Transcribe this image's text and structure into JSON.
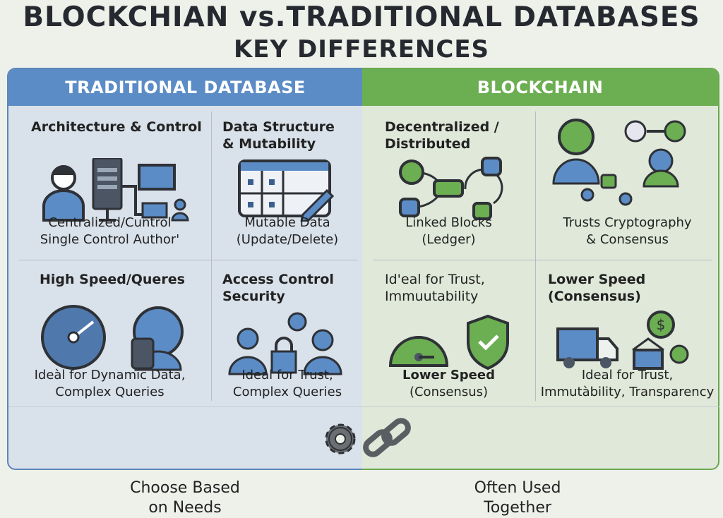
{
  "title": {
    "line1": "BLOCKCHIAN vs.TRADITIONAL DATABASES",
    "line2": "KEY DIFFERENCES"
  },
  "traditional": {
    "header": "TRADITIONAL DATABASE",
    "cells": [
      {
        "heading": "Architecture & Control",
        "desc1": "Centralized/Cuntrol",
        "desc2": "Single Control Author'"
      },
      {
        "heading": "Data Structure\n& Mutability",
        "desc1": "Mutable Data",
        "desc2": "(Update/Delete)"
      },
      {
        "heading": "High Speed/Queres",
        "desc1": "Ideàl for Dynamic Data,",
        "desc2": "Complex Queries"
      },
      {
        "heading": "Access Control\nSecurity",
        "desc1": "Ideal for Trust,",
        "desc2": "Complex Queries"
      }
    ]
  },
  "blockchain": {
    "header": "BLOCKCHAIN",
    "cells": [
      {
        "heading": "Decentralized /\nDistributed",
        "desc1": "Linked Blocks",
        "desc2": "(Ledger)"
      },
      {
        "heading": "",
        "desc1": "Trusts Cryptography",
        "desc2": "& Consensus"
      },
      {
        "heading": "Id'eal for Trust,\nImmuutability",
        "desc1": "Lower Speed",
        "desc2": "(Consensus)"
      },
      {
        "heading": "Lower Speed\n(Consensus)",
        "desc1": "Ideal for Trust,",
        "desc2": "Immutàbility, Transparency"
      }
    ]
  },
  "footer": {
    "left": "Choose Based\non Needs",
    "right": "Often Used\nTogether"
  },
  "colors": {
    "blue": "#5b8cc6",
    "green": "#6cae52"
  }
}
